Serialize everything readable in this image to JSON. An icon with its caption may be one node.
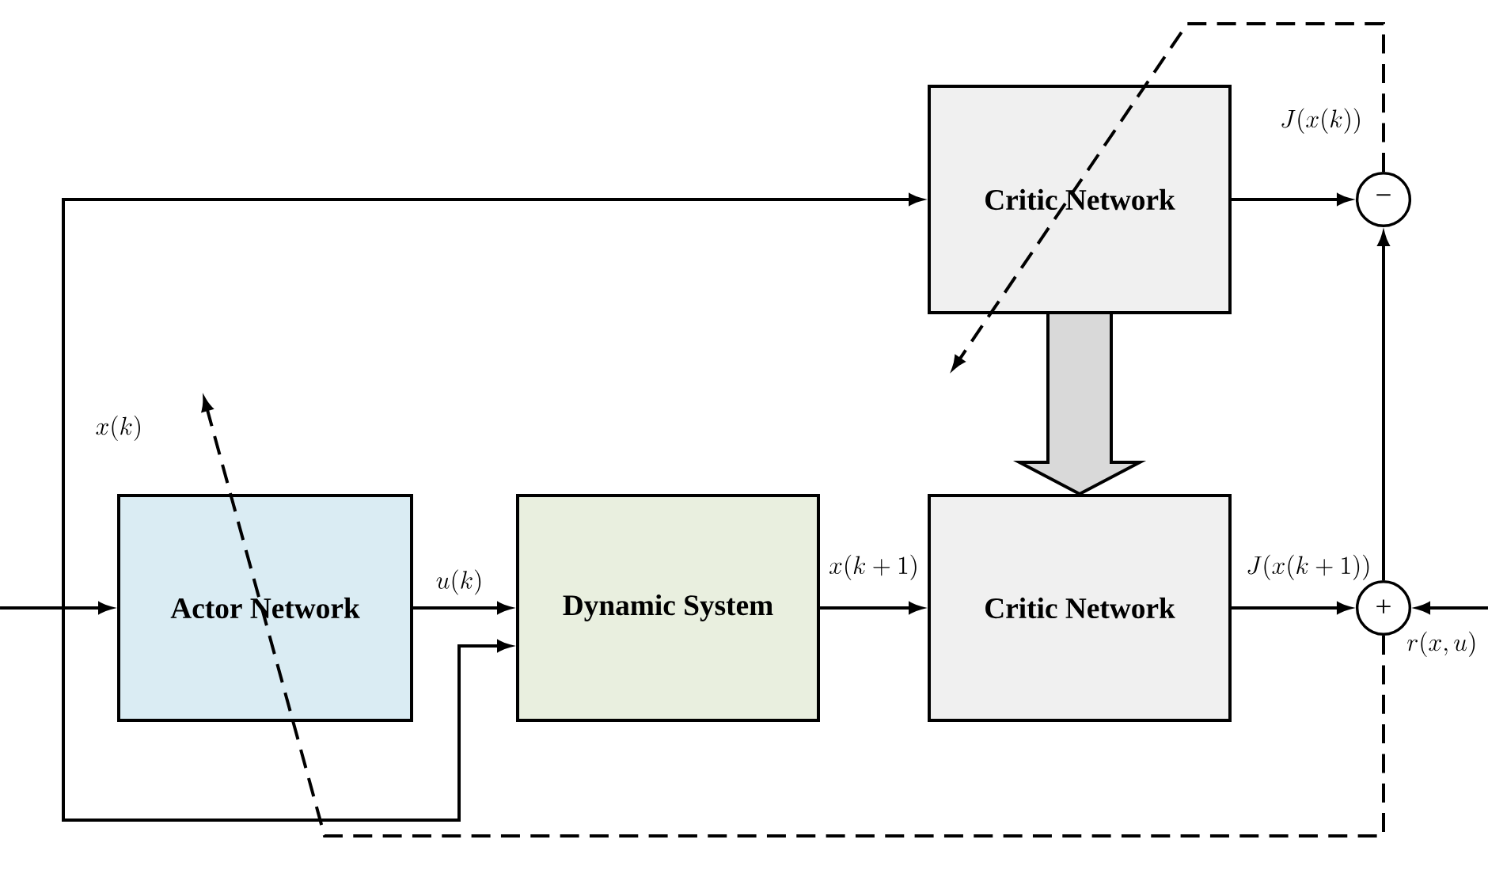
{
  "diagram": {
    "nodes": [
      {
        "text": [
          "Actor Network"
        ]
      },
      {
        "text": [
          "Dynamic System"
        ]
      },
      {
        "text": [
          "Critic Network"
        ]
      },
      {
        "text": [
          "Critic Network"
        ]
      },
      {
        "text": [
          "−"
        ]
      },
      {
        "text": [
          "+"
        ]
      }
    ],
    "edges": [
      {
        "from": null,
        "to": 0,
        "arrow": "to"
      },
      {
        "from": null,
        "to": 2,
        "arrow": "to",
        "label": "x(k)"
      },
      {
        "from": null,
        "to": 1,
        "arrow": "to"
      },
      {
        "from": 0,
        "to": 1,
        "arrow": "to",
        "label": "u(k)"
      },
      {
        "from": 1,
        "to": 3,
        "arrow": "to",
        "label": "x(k+1)"
      },
      {
        "from": 2,
        "to": 4,
        "arrow": "to",
        "label": "J(x(k))"
      },
      {
        "from": 3,
        "to": 5,
        "arrow": "to",
        "label": "J(x(k+1))"
      },
      {
        "from": 5,
        "to": 4,
        "arrow": "to"
      },
      {
        "from": null,
        "to": 5,
        "arrow": "to",
        "label": "r(x,u)"
      },
      {
        "from": 2,
        "to": 3,
        "arrow": "to",
        "style": "thick",
        "color": "#d9d9d9"
      },
      {
        "from": 4,
        "to": null,
        "arrow": "to",
        "style": "dashed"
      },
      {
        "from": 5,
        "to": null,
        "arrow": "to",
        "style": "dashed"
      }
    ]
  }
}
